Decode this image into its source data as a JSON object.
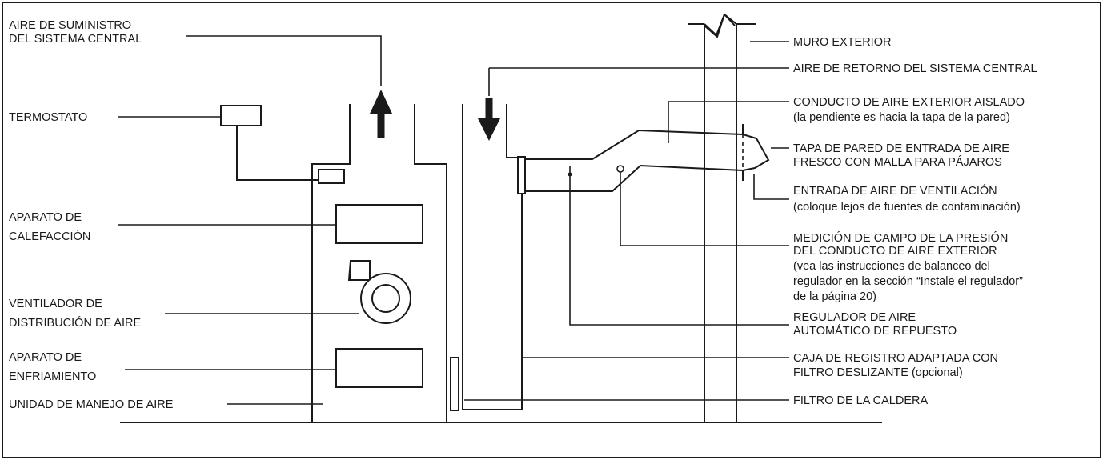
{
  "labels": {
    "supply_air": [
      "AIRE DE SUMINISTRO",
      "DEL SISTEMA CENTRAL"
    ],
    "thermostat": [
      "TERMOSTATO"
    ],
    "heating": [
      "APARATO DE",
      "CALEFACCIÓN"
    ],
    "fan": [
      "VENTILADOR DE",
      "DISTRIBUCIÓN DE AIRE"
    ],
    "cooling": [
      "APARATO DE",
      "ENFRIAMIENTO"
    ],
    "air_handler": [
      "UNIDAD DE MANEJO DE AIRE"
    ],
    "exterior_wall": [
      "MURO EXTERIOR"
    ],
    "return_air": [
      "AIRE DE RETORNO DEL SISTEMA CENTRAL"
    ],
    "insulated_duct": [
      "CONDUCTO DE AIRE EXTERIOR AISLADO",
      "(la pendiente es hacia la tapa de la pared)"
    ],
    "wall_cap": [
      "TAPA DE PARED DE ENTRADA DE AIRE",
      "FRESCO CON MALLA PARA PÁJAROS"
    ],
    "vent_inlet": [
      "ENTRADA DE AIRE DE VENTILACIÓN",
      "(coloque lejos de fuentes de contaminación)"
    ],
    "pressure": [
      "MEDICIÓN DE CAMPO DE LA PRESIÓN",
      "DEL CONDUCTO DE AIRE EXTERIOR",
      "(vea las instrucciones de balanceo del",
      "regulador en la sección “Instale el regulador”",
      "de la página 20)"
    ],
    "damper": [
      "REGULADOR DE AIRE",
      "AUTOMÁTICO DE REPUESTO"
    ],
    "register_box": [
      "CAJA DE REGISTRO ADAPTADA CON",
      "FILTRO DESLIZANTE (opcional)"
    ],
    "furnace_filter": [
      "FILTRO DE LA CALDERA"
    ]
  }
}
